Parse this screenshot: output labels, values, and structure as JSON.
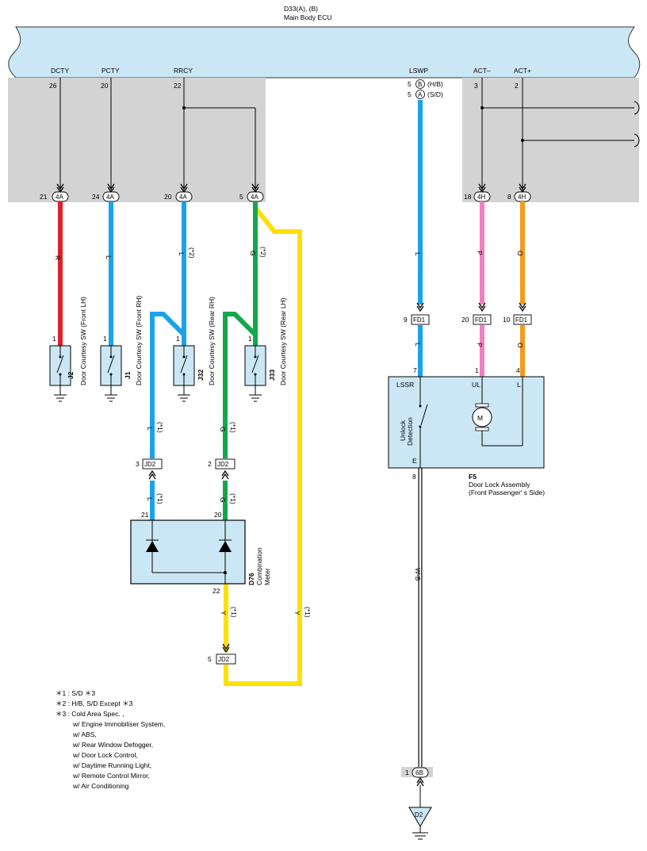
{
  "ecu": {
    "id": "D33(A), (B)",
    "name": "Main Body ECU",
    "pins": [
      {
        "name": "DCTY",
        "num": "26"
      },
      {
        "name": "PCTY",
        "num": "20"
      },
      {
        "name": "RRCY",
        "num": "22"
      },
      {
        "name": "LSWP",
        "num_b": "5",
        "b": "B",
        "b_note": "(H/B)",
        "num_a": "5",
        "a": "A",
        "a_note": "(S/D)"
      },
      {
        "name": "ACT–",
        "num": "3"
      },
      {
        "name": "ACT+",
        "num": "2"
      }
    ]
  },
  "junctions": {
    "j4a_1": {
      "pin": "21",
      "code": "4A"
    },
    "j4a_2": {
      "pin": "24",
      "code": "4A"
    },
    "j4a_3": {
      "pin": "20",
      "code": "4A"
    },
    "j4a_4": {
      "pin": "5",
      "code": "4A"
    },
    "j4h_1": {
      "pin": "18",
      "code": "4H"
    },
    "j4h_2": {
      "pin": "8",
      "code": "4H"
    },
    "j6b": {
      "pin": "1",
      "code": "6B"
    }
  },
  "wires": {
    "red": {
      "color": "R",
      "hex": "#e0202a"
    },
    "blue1": {
      "color": "L",
      "hex": "#1aa3e8"
    },
    "blue2": {
      "color": "L",
      "note": "(*2)"
    },
    "green": {
      "color": "G",
      "note": "(*2)",
      "hex": "#12a84a"
    },
    "yellow_hex": "#ffe000",
    "pink": {
      "color": "P",
      "hex": "#ee80c0"
    },
    "orange": {
      "color": "O",
      "hex": "#f39a1e"
    },
    "lswp": {
      "color": "L"
    },
    "wb": {
      "color": "W-B"
    },
    "l_star1": {
      "color": "L",
      "note": "(*1)"
    },
    "g_star1": {
      "color": "G",
      "note": "(*1)"
    },
    "y_star1": {
      "color": "Y",
      "note": "(*1)"
    }
  },
  "switches": [
    {
      "id": "J2",
      "name": "Door Courtesy SW (Front LH)",
      "pin": "1"
    },
    {
      "id": "J1",
      "name": "Door Courtesy SW (Front RH)",
      "pin": "1"
    },
    {
      "id": "J32",
      "name": "Door Courtesy SW (Rear RH)",
      "pin": "1"
    },
    {
      "id": "J33",
      "name": "Door Courtesy SW (Rear LH)",
      "pin": "1"
    }
  ],
  "fd1": [
    {
      "pin": "9",
      "code": "FD1"
    },
    {
      "pin": "20",
      "code": "FD1"
    },
    {
      "pin": "10",
      "code": "FD1"
    }
  ],
  "jd2": [
    {
      "pin": "3",
      "code": "JD2"
    },
    {
      "pin": "2",
      "code": "JD2"
    },
    {
      "pin": "5",
      "code": "JD2"
    }
  ],
  "meter": {
    "id": "D76",
    "name_1": "Combination",
    "name_2": "Meter",
    "pin_in1": "21",
    "pin_in2": "20",
    "pin_out": "22"
  },
  "door_lock": {
    "id": "F5",
    "name": "Door Lock Assembly",
    "side": "(Front Passenger' s Side)",
    "pin_lssr": "7",
    "pin_ul": "1",
    "pin_l": "4",
    "pin_e": "8",
    "lbl_lssr": "LSSR",
    "lbl_ul": "UL",
    "lbl_l": "L",
    "lbl_e": "E",
    "unlock_1": "Unlock",
    "unlock_2": "Detection",
    "motor": "M"
  },
  "ground": {
    "id": "D2"
  },
  "notes": [
    "＊1 : S/D ＊3",
    "＊2 : H/B,  S/D Except ＊3",
    "＊3 : Cold Area Spec. ,",
    "w/ Engine Immobiliser System,",
    "w/ ABS,",
    "w/ Rear Window Defogger,",
    "w/ Door Lock Control,",
    "w/ Daytime Running Light,",
    "w/ Remote Control Mirror,",
    "w/ Air Conditioning"
  ]
}
